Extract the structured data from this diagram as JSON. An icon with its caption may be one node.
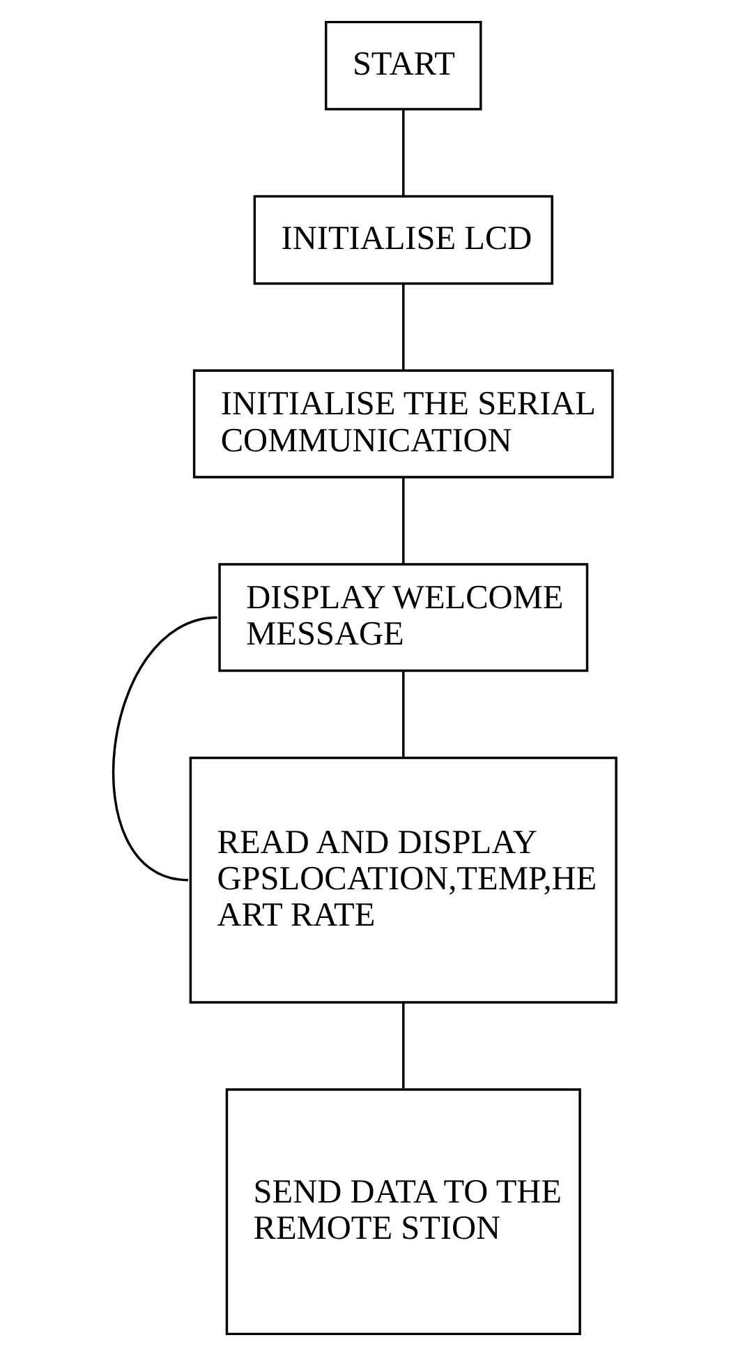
{
  "diagram": {
    "nodes": [
      {
        "text": [
          "START"
        ]
      },
      {
        "text": [
          "INITIALISE LCD"
        ]
      },
      {
        "text": [
          "INITIALISE THE SERIAL COMMUNICATION"
        ]
      },
      {
        "text": [
          "DISPLAY WELCOME MESSAGE"
        ]
      },
      {
        "text": [
          "READ AND DISPLAY GPSLOCATION,TEMP,HE ART RATE"
        ]
      },
      {
        "text": [
          "SEND DATA TO THE REMOTE STION"
        ]
      }
    ],
    "edges": [
      {
        "from": 0,
        "to": 1,
        "arrow": "none"
      },
      {
        "from": 1,
        "to": 2,
        "arrow": "none"
      },
      {
        "from": 2,
        "to": 3,
        "arrow": "none"
      },
      {
        "from": 3,
        "to": 4,
        "arrow": "none"
      },
      {
        "from": 4,
        "to": 3,
        "arrow": "none"
      },
      {
        "from": 4,
        "to": 5,
        "arrow": "none"
      }
    ]
  }
}
